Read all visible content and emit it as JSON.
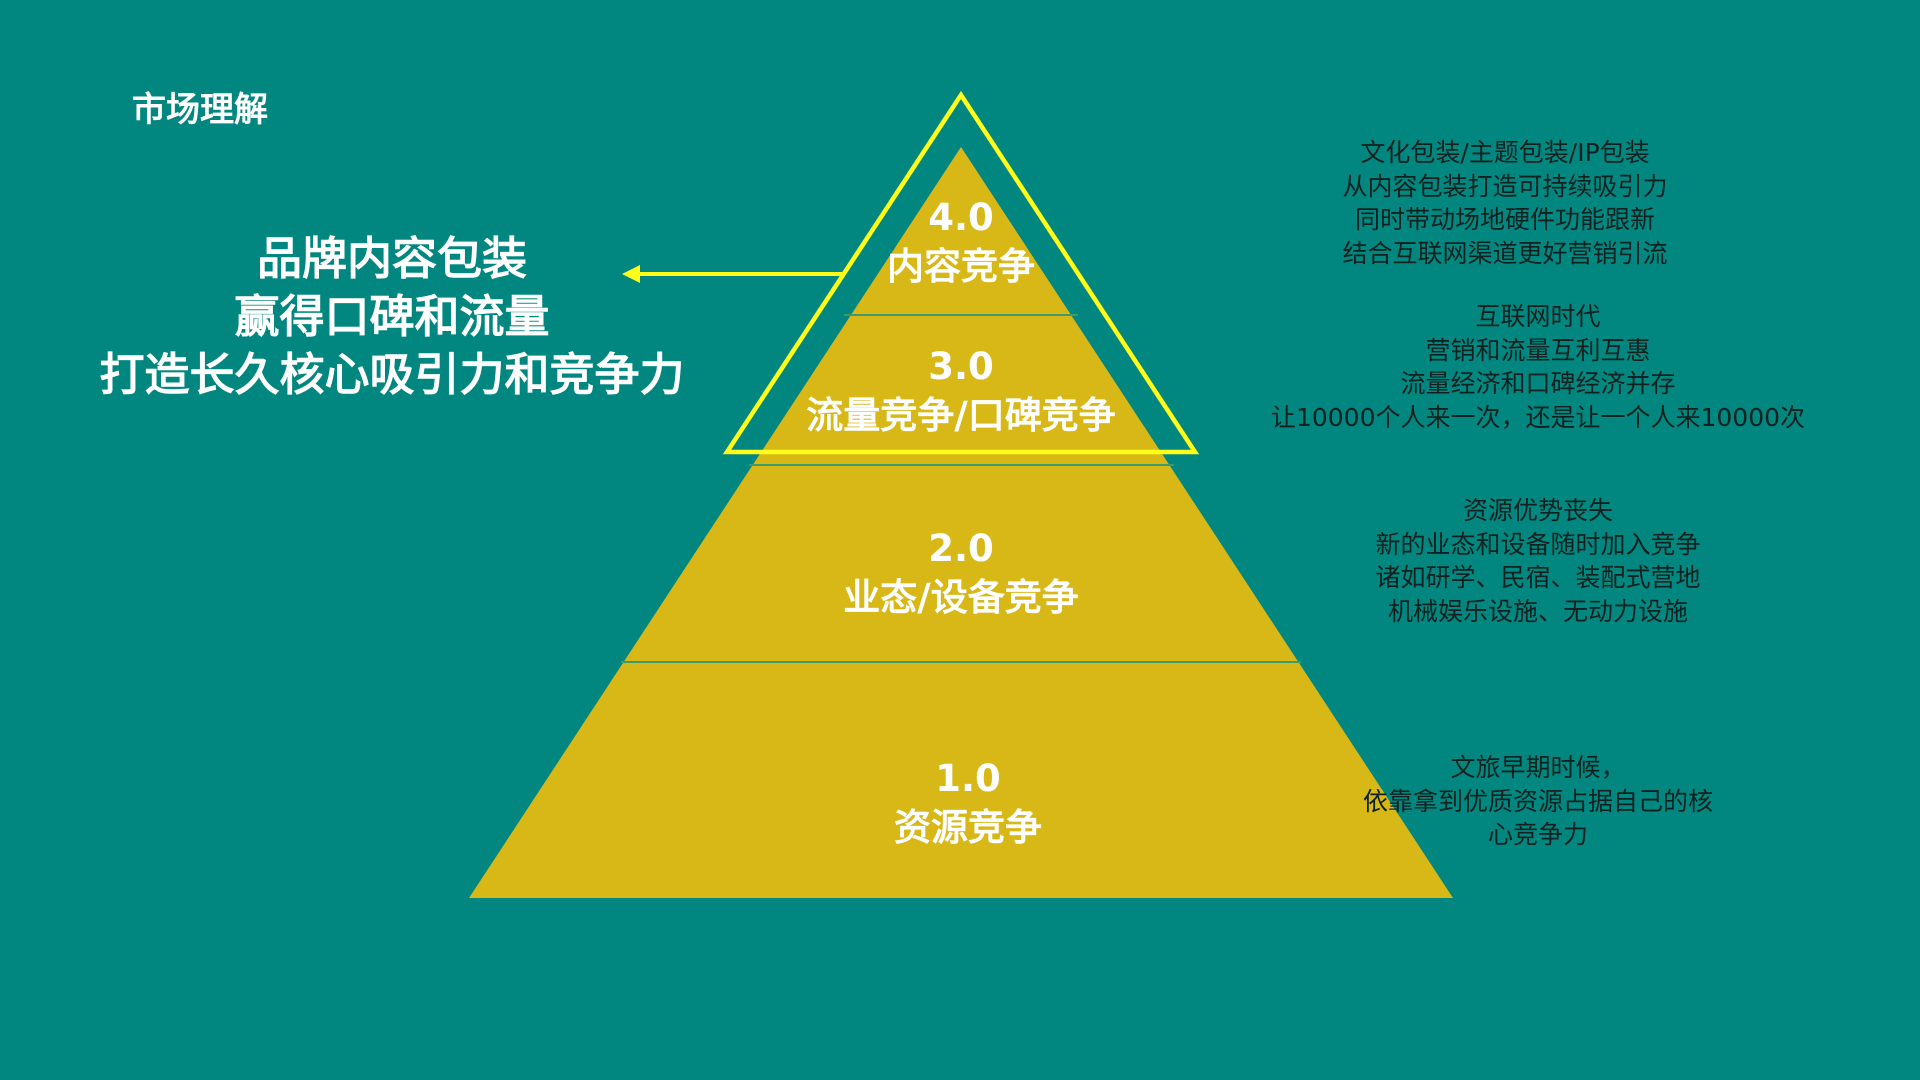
{
  "title": "市场理解",
  "left_text": {
    "lines": [
      "品牌内容包装",
      "赢得口碑和流量",
      "打造长久核心吸引力和竞争力"
    ]
  },
  "levels": [
    {
      "number": "4.0",
      "label": "内容竞争"
    },
    {
      "number": "3.0",
      "label": "流量竞争/口碑竞争"
    },
    {
      "number": "2.0",
      "label": "业态/设备竞争"
    },
    {
      "number": "1.0",
      "label": "资源竞争"
    }
  ],
  "notes": [
    {
      "lines": [
        "文化包装/主题包装/IP包装",
        "从内容包装打造可持续吸引力",
        "同时带动场地硬件功能跟新",
        "结合互联网渠道更好营销引流"
      ]
    },
    {
      "lines": [
        "互联网时代",
        "营销和流量互利互惠",
        "流量经济和口碑经济并存",
        "让10000个人来一次，还是让一个人来10000次"
      ]
    },
    {
      "lines": [
        "资源优势丧失",
        "新的业态和设备随时加入竞争",
        "诸如研学、民宿、装配式营地",
        "机械娱乐设施、无动力设施"
      ]
    },
    {
      "lines": [
        "文旅早期时候，",
        "依靠拿到优质资源占据自己的核",
        "心竞争力"
      ]
    }
  ],
  "colors": {
    "background": "#01877f",
    "pyramid": "#d8b817",
    "outline": "#ffff1a",
    "divider": "#3f9a6a"
  }
}
